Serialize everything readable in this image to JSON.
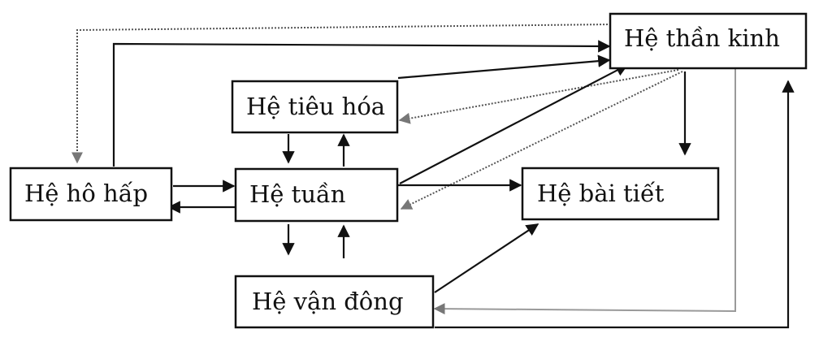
{
  "nodes": {
    "than_kinh": "Hệ thần kinh",
    "tieu_hoa": "Hệ tiêu hóa",
    "ho_hap": "Hệ hô hấp",
    "tuan": "Hệ tuần",
    "bai_tiet": "Hệ bài tiết",
    "van_dong": "Hệ vận đông"
  },
  "colors": {
    "line": "#111111",
    "dotted": "#555555",
    "gray": "#9a9a9a"
  }
}
